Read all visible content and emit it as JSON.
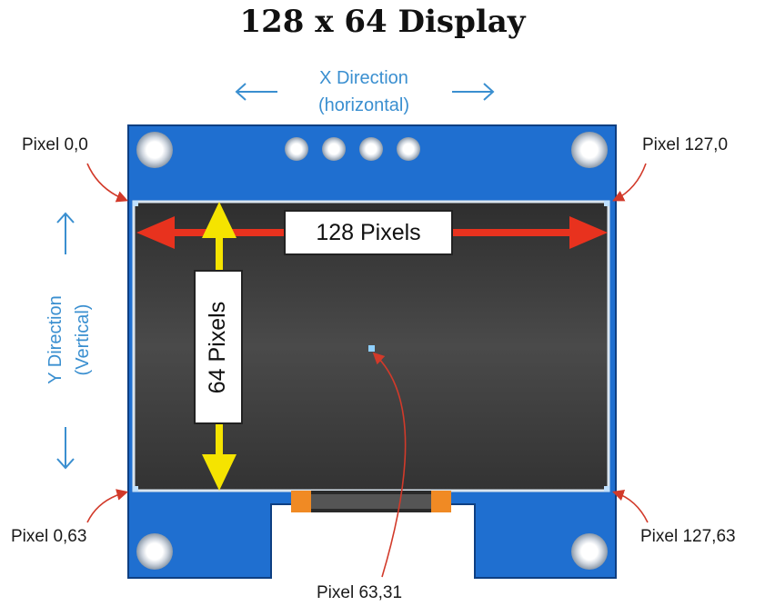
{
  "title": "128 x 64 Display",
  "x_direction": {
    "line1": "X Direction",
    "line2": "(horizontal)"
  },
  "y_direction": {
    "line1": "Y Direction",
    "line2": "(Vertical)"
  },
  "width_label": "128 Pixels",
  "height_label": "64 Pixels",
  "corners": {
    "top_left": "Pixel 0,0",
    "top_right": "Pixel 127,0",
    "bottom_left": "Pixel 0,63",
    "bottom_right": "Pixel 127,63",
    "center": "Pixel 63,31"
  },
  "colors": {
    "board": "#1f6fd0",
    "screen": "#3a3a3a",
    "direction_text": "#3a8fd0",
    "arrow_red": "#e8321e",
    "arrow_yellow": "#f5e400",
    "connector": "#f08a24"
  }
}
